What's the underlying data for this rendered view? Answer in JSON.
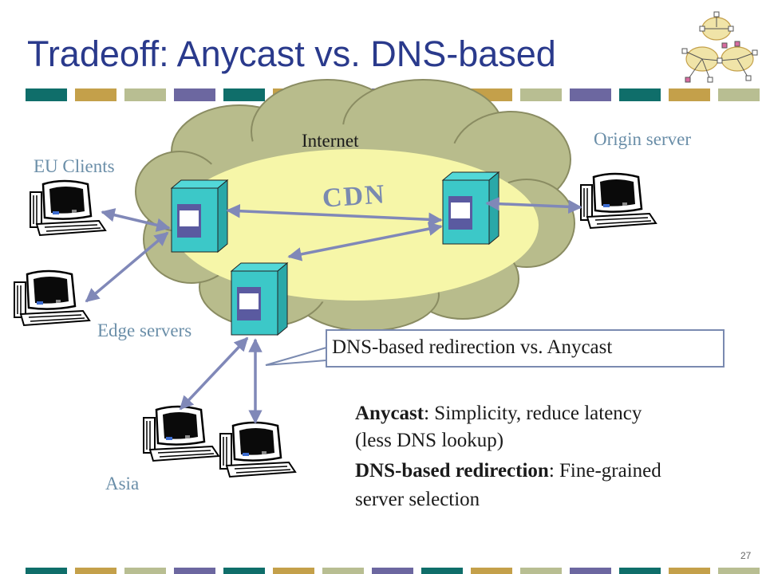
{
  "slide": {
    "title": "Tradeoff: Anycast vs. DNS-based",
    "page_number": "27"
  },
  "diagram": {
    "cloud_label": "Internet",
    "cdn_label": "CDN",
    "eu_clients_label": "EU Clients",
    "origin_server_label": "Origin server",
    "edge_servers_label": "Edge servers",
    "asia_label": "Asia"
  },
  "callout": {
    "text": "DNS-based redirection vs. Anycast"
  },
  "notes": {
    "anycast_term": "Anycast",
    "anycast_desc_line1": ": Simplicity, reduce latency",
    "anycast_desc_line2": "(less DNS lookup)",
    "dns_term": "DNS-based redirection",
    "dns_desc_line1": ": Fine-grained",
    "dns_desc_line2": "server selection"
  },
  "colors": {
    "title": "#2a3a8c",
    "cloud": "#b8bc8c",
    "cdn_ellipse": "#f6f6a8",
    "server": "#3cc8c8",
    "arrow": "#8088b8",
    "band_teal": "#0f6e6a",
    "band_gold": "#c4a04a",
    "band_sage": "#b8be92",
    "band_purple": "#6c67a0"
  }
}
